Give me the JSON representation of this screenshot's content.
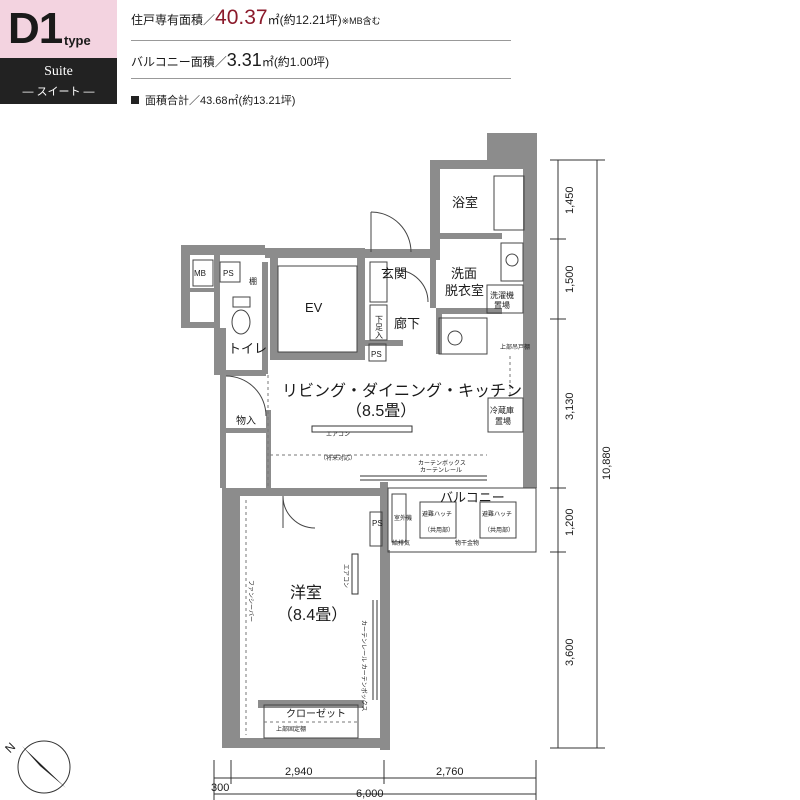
{
  "header": {
    "type_code": "D1",
    "type_suffix": "type",
    "name_en": "Suite",
    "name_jp": "― スイート ―",
    "private_area_label": "住戸専有面積／",
    "private_area_value": "40.37",
    "private_area_unit": "㎡(約12.21坪)",
    "private_area_note": "※MB含む",
    "balcony_label": "バルコニー面積／",
    "balcony_value": "3.31",
    "balcony_unit": "㎡(約1.00坪)",
    "total_label": "面積合計／43.68㎡(約13.21坪)"
  },
  "rooms": {
    "bath": "浴室",
    "washroom_1": "洗面",
    "washroom_2": "脱衣室",
    "entrance": "玄関",
    "hall": "廊下",
    "toilet": "トイレ",
    "ev": "EV",
    "ldk_1": "リビング・ダイニング・キッチン",
    "ldk_2": "（8.5畳）",
    "bedroom_1": "洋室",
    "bedroom_2": "（8.4畳）",
    "balcony": "バルコニー",
    "closet": "クローゼット",
    "storage": "物入"
  },
  "labels": {
    "mb": "MB",
    "ps_1": "PS",
    "ps_2": "PS",
    "ps_3": "PS",
    "shelf": "棚",
    "shoe_1": "下",
    "shoe_2": "足",
    "shoe_3": "入",
    "washer_1": "洗濯機",
    "washer_2": "置場",
    "fridge_1": "冷蔵庫",
    "fridge_2": "置場",
    "aircon": "エアコン",
    "aircon_note": "（将来対応）",
    "curtain_box": "カーテンボックス",
    "curtain_rail": "カーテンレール",
    "outdoor_unit": "室外機",
    "hatch_a": "避難ハッチ",
    "hatch_a_sub": "（共用部）",
    "hatch_b": "避難ハッチ",
    "hatch_b_sub": "（共用部）",
    "drying_rack": "物干金物",
    "fan_1": "ファンシーバー",
    "upper_shelf": "上部固定棚",
    "upper_cabinet": "上部吊戸棚",
    "aircon_2": "エアコン",
    "curtain_vertical": "カーテンレール カーテンボックス",
    "duct": "給排気"
  },
  "dimensions": {
    "v_1": "1,450",
    "v_2": "1,500",
    "v_3": "3,130",
    "v_4": "1,200",
    "v_5": "3,600",
    "v_total": "10,880",
    "h_1": "300",
    "h_2": "2,940",
    "h_3": "2,760",
    "h_total": "6,000"
  },
  "compass": {
    "label": "N"
  },
  "colors": {
    "wall": "#8c8c8c",
    "accent": "#8b1a2b",
    "badge_pink": "#f3d3e0",
    "badge_dark": "#222222"
  }
}
